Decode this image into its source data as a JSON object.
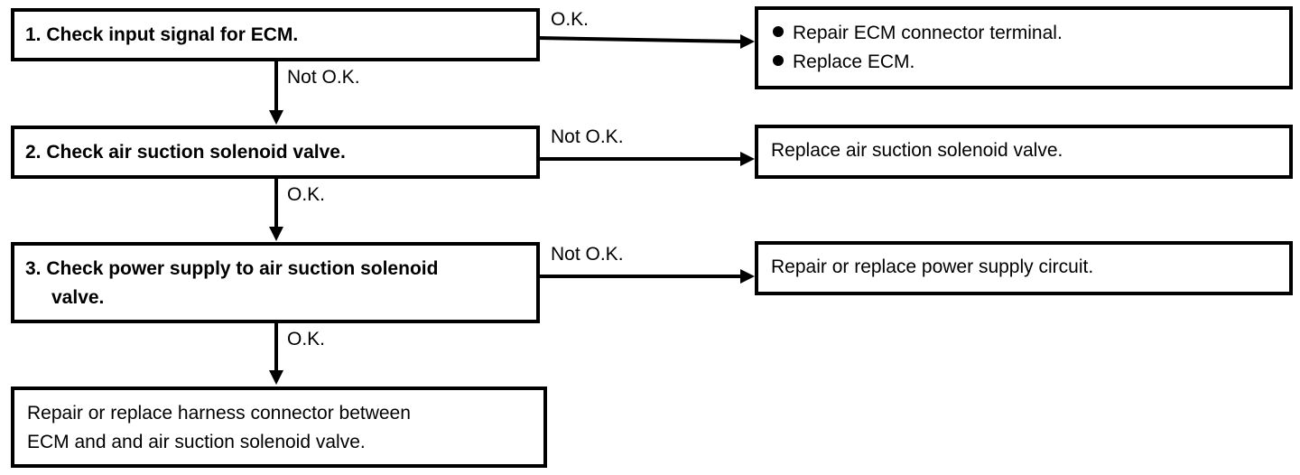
{
  "steps": [
    {
      "number": "1.",
      "text": "Check input signal for ECM."
    },
    {
      "number": "2.",
      "text": "Check air suction solenoid valve."
    },
    {
      "number": "3.",
      "text_line1": "Check power supply to air suction solenoid",
      "text_line2": "valve."
    }
  ],
  "final_action": {
    "line1": "Repair or replace harness connector between",
    "line2": "ECM and and air suction solenoid valve."
  },
  "side_actions": [
    {
      "items": [
        "Repair ECM connector terminal.",
        "Replace ECM."
      ]
    },
    {
      "text": "Replace air suction solenoid valve."
    },
    {
      "text": "Repair or replace power supply circuit."
    }
  ],
  "branch_labels": {
    "step1_right": "O.K.",
    "step1_down": "Not O.K.",
    "step2_right": "Not O.K.",
    "step2_down": "O.K.",
    "step3_right": "Not O.K.",
    "step3_down": "O.K."
  }
}
